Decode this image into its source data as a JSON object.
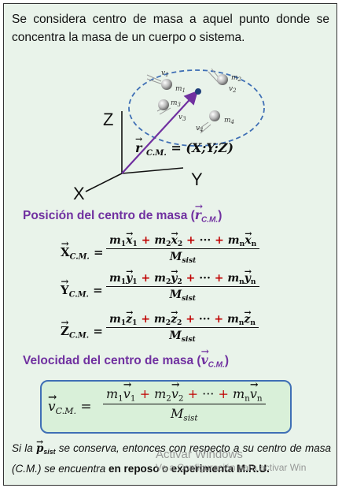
{
  "intro": "Se considera centro de masa a aquel punto donde se concentra la masa de un cuerpo o sistema.",
  "diagram": {
    "axis_z": "Z",
    "axis_y": "Y",
    "axis_x": "X",
    "vector_label": "= (X;Y;Z)",
    "r_symbol": "r",
    "r_sub": "C.M.",
    "particles": [
      {
        "mass": "m",
        "index": "1",
        "vel": "v",
        "vel_index": "1"
      },
      {
        "mass": "m",
        "index": "2",
        "vel": "v",
        "vel_index": "2"
      },
      {
        "mass": "m",
        "index": "3",
        "vel": "v",
        "vel_index": "3"
      },
      {
        "mass": "m",
        "index": "4",
        "vel": "v",
        "vel_index": "4"
      }
    ]
  },
  "position": {
    "title": "Posición del centro de masa (",
    "title_symbol": "r",
    "title_sub": "C.M.",
    "title_close": ")",
    "equations": [
      {
        "lhs": "X",
        "sub": "C.M.",
        "num": [
          "m",
          "1",
          "x",
          "1",
          "m",
          "2",
          "x",
          "2",
          "··· ",
          "m",
          "n",
          "x",
          "n"
        ],
        "den": "M",
        "den_sub": "sist"
      },
      {
        "lhs": "Y",
        "sub": "C.M.",
        "num": [
          "m",
          "1",
          "y",
          "1",
          "m",
          "2",
          "y",
          "2",
          "··· ",
          "m",
          "n",
          "y",
          "n"
        ],
        "den": "M",
        "den_sub": "sist"
      },
      {
        "lhs": "Z",
        "sub": "C.M.",
        "num": [
          "m",
          "1",
          "z",
          "1",
          "m",
          "2",
          "z",
          "2",
          "··· ",
          "m",
          "n",
          "z",
          "n"
        ],
        "den": "M",
        "den_sub": "sist"
      }
    ]
  },
  "velocity": {
    "title": "Velocidad del centro de masa (",
    "title_symbol": "v",
    "title_sub": "C.M.",
    "title_close": ")",
    "lhs": "v",
    "lhs_sub": "C.M.",
    "num": [
      "m",
      "1",
      "v",
      "1",
      "m",
      "2",
      "v",
      "2",
      "··· ",
      "m",
      "n",
      "v",
      "n"
    ],
    "den": "M",
    "den_sub": "sist"
  },
  "conclusion": {
    "part1": "Si la ",
    "symbol": "p",
    "symbol_sub": "sist",
    "part2": " se conserva, entonces con respecto a su centro de masa (C.M.) se encuentra ",
    "bold1": "en reposo",
    "part3": " o ",
    "bold2": "experimenta M.R.U."
  },
  "watermark": {
    "line1": "Activar Windows",
    "line2": "Ve a Configuración para activar Win"
  },
  "colors": {
    "title": "#7030a0",
    "plus": "#c00000",
    "box_border": "#3f6fb5",
    "background": "#e9f3ea",
    "vector": "#7030a0"
  }
}
